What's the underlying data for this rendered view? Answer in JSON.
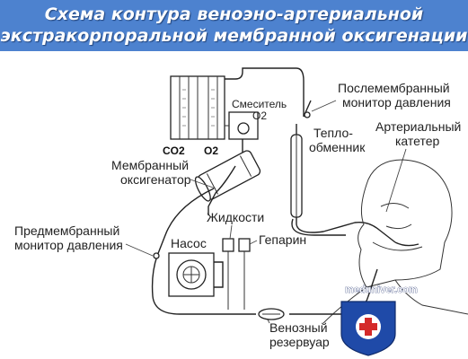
{
  "title": {
    "line1": "Схема контура веноэно-артериальной",
    "line2": "экстракорпоральной мембранной оксигенации"
  },
  "labels": {
    "co2": "CO2",
    "o2": "O2",
    "mixer": "Смеситель",
    "mixer_o2": "O2",
    "postmembrane_monitor_1": "Послемембранный",
    "postmembrane_monitor_2": "монитор давления",
    "heat_exchanger_1": "Тепло-",
    "heat_exchanger_2": "обменник",
    "arterial_catheter_1": "Артериальный",
    "arterial_catheter_2": "катетер",
    "membrane_oxygenator_1": "Мембранный",
    "membrane_oxygenator_2": "оксигенатор",
    "fluids": "Жидкости",
    "pump": "Насос",
    "heparin": "Гепарин",
    "premembrane_monitor_1": "Предмембранный",
    "premembrane_monitor_2": "монитор давления",
    "venous_reservoir_1": "Венозный",
    "venous_reservoir_2": "резервуар"
  },
  "watermark": {
    "site": "meduniver.com"
  },
  "colors": {
    "banner": "#4d82cf",
    "shield_blue": "#1f4aa8",
    "shield_red": "#d42a2a"
  }
}
